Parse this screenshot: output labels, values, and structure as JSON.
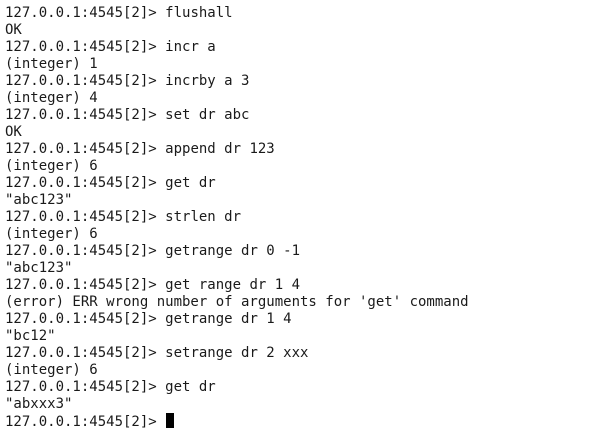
{
  "terminal": {
    "lines": [
      {
        "prompt": "127.0.0.1:4545[2]> ",
        "command": "flushall"
      },
      {
        "output": "OK"
      },
      {
        "prompt": "127.0.0.1:4545[2]> ",
        "command": "incr a"
      },
      {
        "output": "(integer) 1"
      },
      {
        "prompt": "127.0.0.1:4545[2]> ",
        "command": "incrby a 3"
      },
      {
        "output": "(integer) 4"
      },
      {
        "prompt": "127.0.0.1:4545[2]> ",
        "command": "set dr abc"
      },
      {
        "output": "OK"
      },
      {
        "prompt": "127.0.0.1:4545[2]> ",
        "command": "append dr 123"
      },
      {
        "output": "(integer) 6"
      },
      {
        "prompt": "127.0.0.1:4545[2]> ",
        "command": "get dr"
      },
      {
        "output": "\"abc123\""
      },
      {
        "prompt": "127.0.0.1:4545[2]> ",
        "command": "strlen dr"
      },
      {
        "output": "(integer) 6"
      },
      {
        "prompt": "127.0.0.1:4545[2]> ",
        "command": "getrange dr 0 -1"
      },
      {
        "output": "\"abc123\""
      },
      {
        "prompt": "127.0.0.1:4545[2]> ",
        "command": "get range dr 1 4"
      },
      {
        "output": "(error) ERR wrong number of arguments for 'get' command"
      },
      {
        "prompt": "127.0.0.1:4545[2]> ",
        "command": "getrange dr 1 4"
      },
      {
        "output": "\"bc12\""
      },
      {
        "prompt": "127.0.0.1:4545[2]> ",
        "command": "setrange dr 2 xxx"
      },
      {
        "output": "(integer) 6"
      },
      {
        "prompt": "127.0.0.1:4545[2]> ",
        "command": "get dr"
      },
      {
        "output": "\"abxxx3\""
      }
    ],
    "current_prompt": "127.0.0.1:4545[2]> ",
    "current_input": ""
  }
}
